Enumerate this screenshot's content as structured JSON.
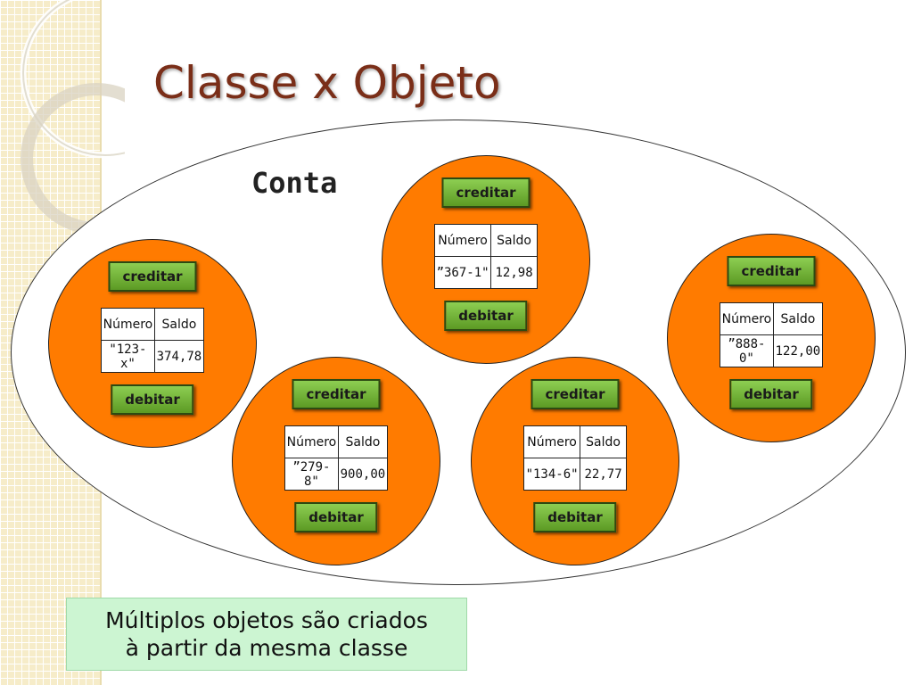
{
  "slide": {
    "title": "Classe x Objeto",
    "class_name": "Conta",
    "caption_line1": "Múltiplos objetos são criados",
    "caption_line2": "à partir da mesma classe"
  },
  "table_headers": {
    "numero": "Número",
    "saldo": "Saldo"
  },
  "objects": [
    {
      "method_top": "creditar",
      "method_bottom": "debitar",
      "numero": "\"123-x\"",
      "saldo": "374,78"
    },
    {
      "method_top": "creditar",
      "method_bottom": "debitar",
      "numero": "”367-1\"",
      "saldo": "12,98"
    },
    {
      "method_top": "creditar",
      "method_bottom": "debitar",
      "numero": "”888-0\"",
      "saldo": "122,00"
    },
    {
      "method_top": "creditar",
      "method_bottom": "debitar",
      "numero": "”279-8\"",
      "saldo": "900,00"
    },
    {
      "method_top": "creditar",
      "method_bottom": "debitar",
      "numero": "\"134-6\"",
      "saldo": "22,77"
    }
  ],
  "colors": {
    "object_fill": "#ff7b00",
    "button_fill": "#6fb032",
    "title_color": "#7a2e18",
    "caption_bg": "#ccf5d2",
    "sidebar_bg": "#f6ecc9"
  }
}
